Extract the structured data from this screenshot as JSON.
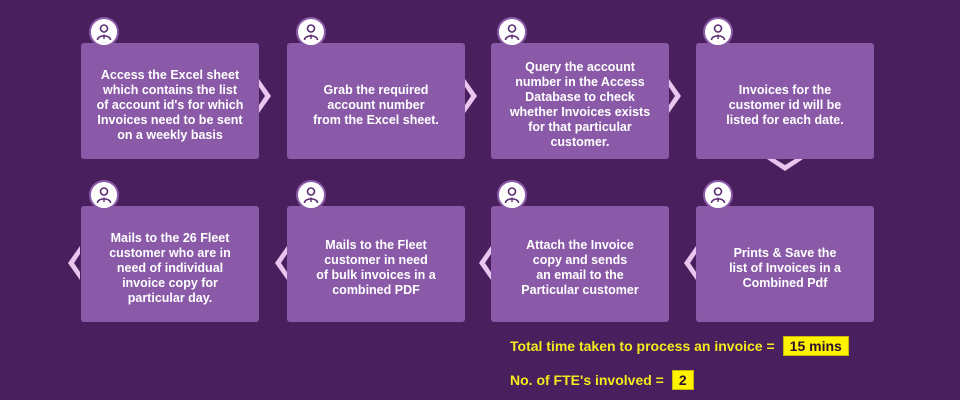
{
  "steps": [
    {
      "text": "Access the Excel sheet\nwhich contains the list\nof account id's for which\nInvoices need to be sent\non a weekly basis"
    },
    {
      "text": "Grab the required\naccount number\nfrom  the Excel sheet."
    },
    {
      "text": "Query the account\nnumber in the Access\nDatabase to check\nwhether Invoices exists\nfor that particular\ncustomer."
    },
    {
      "text": "Invoices for the\ncustomer id will be\nlisted  for each date."
    },
    {
      "text": "Prints & Save the\nlist of Invoices in a\nCombined Pdf"
    },
    {
      "text": "Attach the Invoice\ncopy and sends\nan email to the\nParticular customer"
    },
    {
      "text": "Mails to the Fleet\ncustomer in need\nof bulk invoices in a\ncombined PDF"
    },
    {
      "text": "Mails to the 26 Fleet\ncustomer who are in\nneed  of  individual\ninvoice copy for\nparticular day."
    }
  ],
  "summary": {
    "time_label": "Total time taken to process an invoice =",
    "time_value": "15 mins",
    "fte_label": "No. of FTE's involved =",
    "fte_value": "2"
  },
  "colors": {
    "background": "#4a1f5e",
    "box": "#8a5aa8",
    "arrow": "#e9c6f0",
    "highlight": "#fff200",
    "summary_text": "#f4ea1c"
  },
  "icons": {
    "step": "person-icon",
    "arrow": "chevron-icon"
  }
}
